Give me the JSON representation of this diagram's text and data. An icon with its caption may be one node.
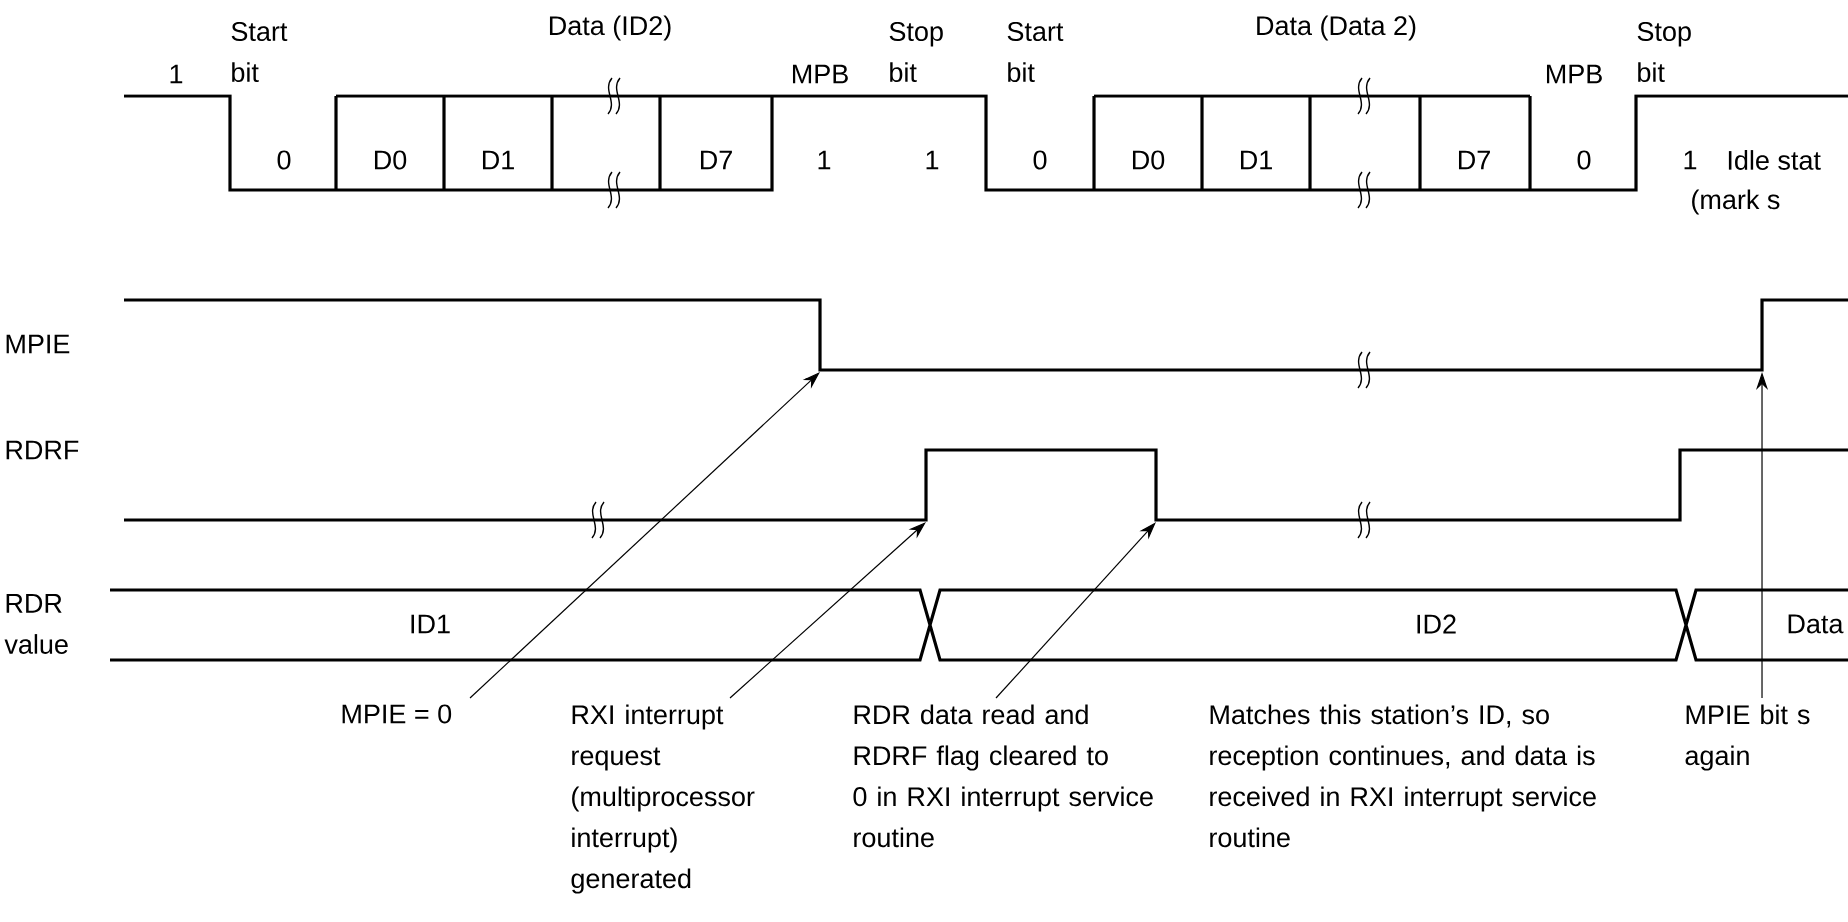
{
  "diagram": {
    "nodes": [
      {
        "text": [
          "MPIE = 0"
        ]
      },
      {
        "text": [
          "RXI interrupt request (multiprocessor interrupt) generated"
        ]
      },
      {
        "text": [
          "RDR data read and RDRF flag cleared to 0 in RXI interrupt service routine"
        ]
      },
      {
        "text": [
          "MPIE bit s again"
        ]
      }
    ],
    "edges": [
      {
        "from": 0,
        "to": null,
        "arrow": "to"
      },
      {
        "from": 1,
        "to": null,
        "arrow": "to"
      },
      {
        "from": 2,
        "to": null,
        "arrow": "to"
      },
      {
        "from": 3,
        "to": null,
        "arrow": "to"
      }
    ],
    "labels": [
      "Start bit",
      "Data (ID2)",
      "Stop bit",
      "Start bit",
      "Data (Data 2)",
      "Stop bit",
      "1",
      "MPB",
      "MPB",
      "0",
      "D0",
      "D1",
      "D7",
      "1",
      "1",
      "0",
      "D0",
      "D1",
      "D7",
      "0",
      "1",
      "Idle stat",
      "(mark s",
      "MPIE",
      "RDRF",
      "RDR value",
      "ID1",
      "ID2",
      "Data",
      "Matches this station’s ID, so reception continues, and data is received in RXI interrupt service routine"
    ]
  }
}
